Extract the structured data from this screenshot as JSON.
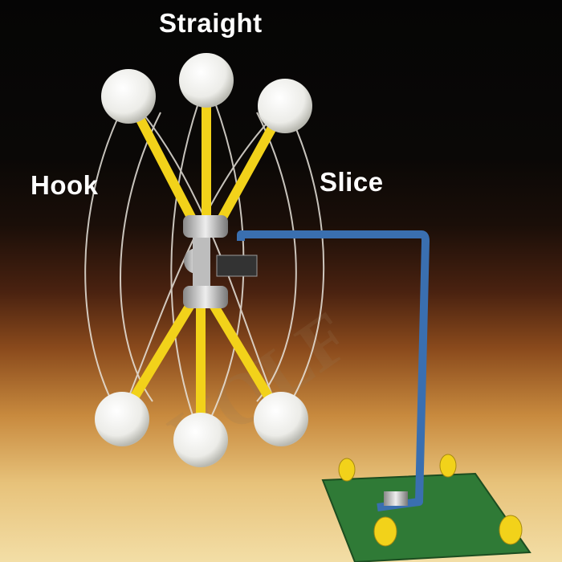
{
  "labels": {
    "straight": "Straight",
    "hook": "Hook",
    "slice": "Slice"
  },
  "watermark": "VOLF",
  "colors": {
    "stick": "#f2d21a",
    "stand": "#3a6fb0",
    "board": "#2f7a36",
    "ball": "#f4f4f2"
  }
}
